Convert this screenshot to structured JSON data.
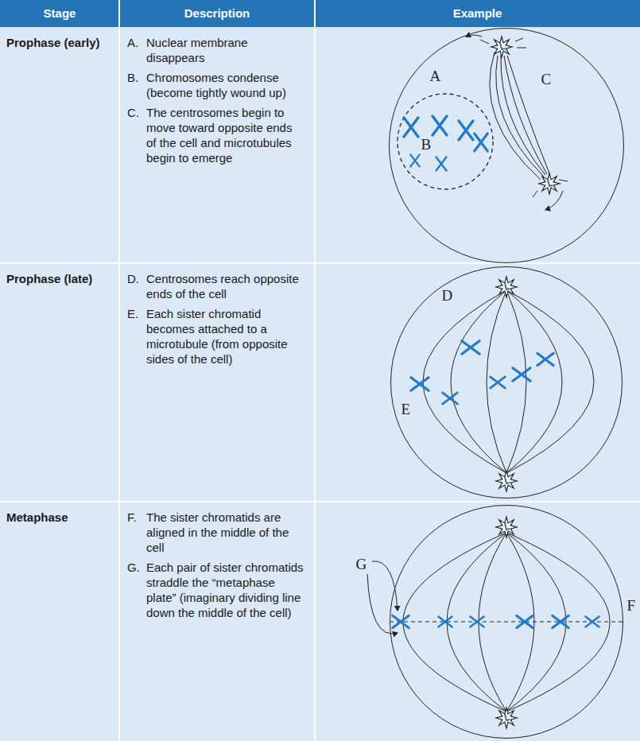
{
  "diagram": {
    "nodes": [
      {
        "text": [
          "A",
          "B",
          "C"
        ]
      },
      {
        "text": [
          "D",
          "E"
        ]
      },
      {
        "text": [
          "G",
          "F"
        ]
      }
    ],
    "labels": [
      "Stage",
      "Description",
      "Example",
      "Prophase (early)",
      "A.",
      "Nuclear membrane disappears",
      "B.",
      "Chromosomes condense (become tightly wound up)",
      "C.",
      "The centrosomes begin to move toward opposite ends of the cell and microtubules begin to emerge",
      "Prophase (late)",
      "D.",
      "Centrosomes reach opposite ends of the cell",
      "E.",
      "Each sister chromatid becomes attached to a microtubule (from opposite sides of the cell)",
      "Metaphase",
      "F.",
      "The sister chromatids are aligned in the middle of the cell",
      "G.",
      "Each pair of sister chromatids straddle the “metaphase plate” (imaginary dividing line down the middle of the cell)"
    ]
  }
}
